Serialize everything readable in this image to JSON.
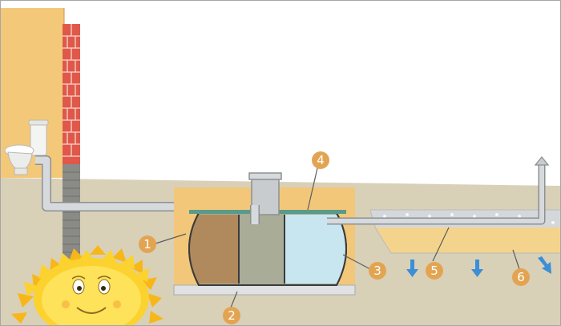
{
  "callouts": [
    {
      "id": "1",
      "label": "1"
    },
    {
      "id": "2",
      "label": "2"
    },
    {
      "id": "3",
      "label": "3"
    },
    {
      "id": "4",
      "label": "4"
    },
    {
      "id": "5",
      "label": "5"
    },
    {
      "id": "6",
      "label": "6"
    }
  ],
  "colors": {
    "ground": "#d9d0b8",
    "house_wall": "#f4c879",
    "brick": "#e0584a",
    "pit_sand": "#f2c77a",
    "pipe": "#c9ccce",
    "pipe_outline": "#8c9093",
    "chamber_1": "#b08a5c",
    "chamber_2": "#a9ac96",
    "chamber_3": "#c7e6f0",
    "lid": "#5a9a8a",
    "gravel": "#d4d8da",
    "filter_sand": "#f4d48c",
    "callout": "#e3a452",
    "arrow": "#3b8fd6",
    "sun": "#fcd22f",
    "sun_rays": "#f7b718"
  },
  "icons": [
    "toilet-icon",
    "sun-icon",
    "arrow-down-icon"
  ]
}
